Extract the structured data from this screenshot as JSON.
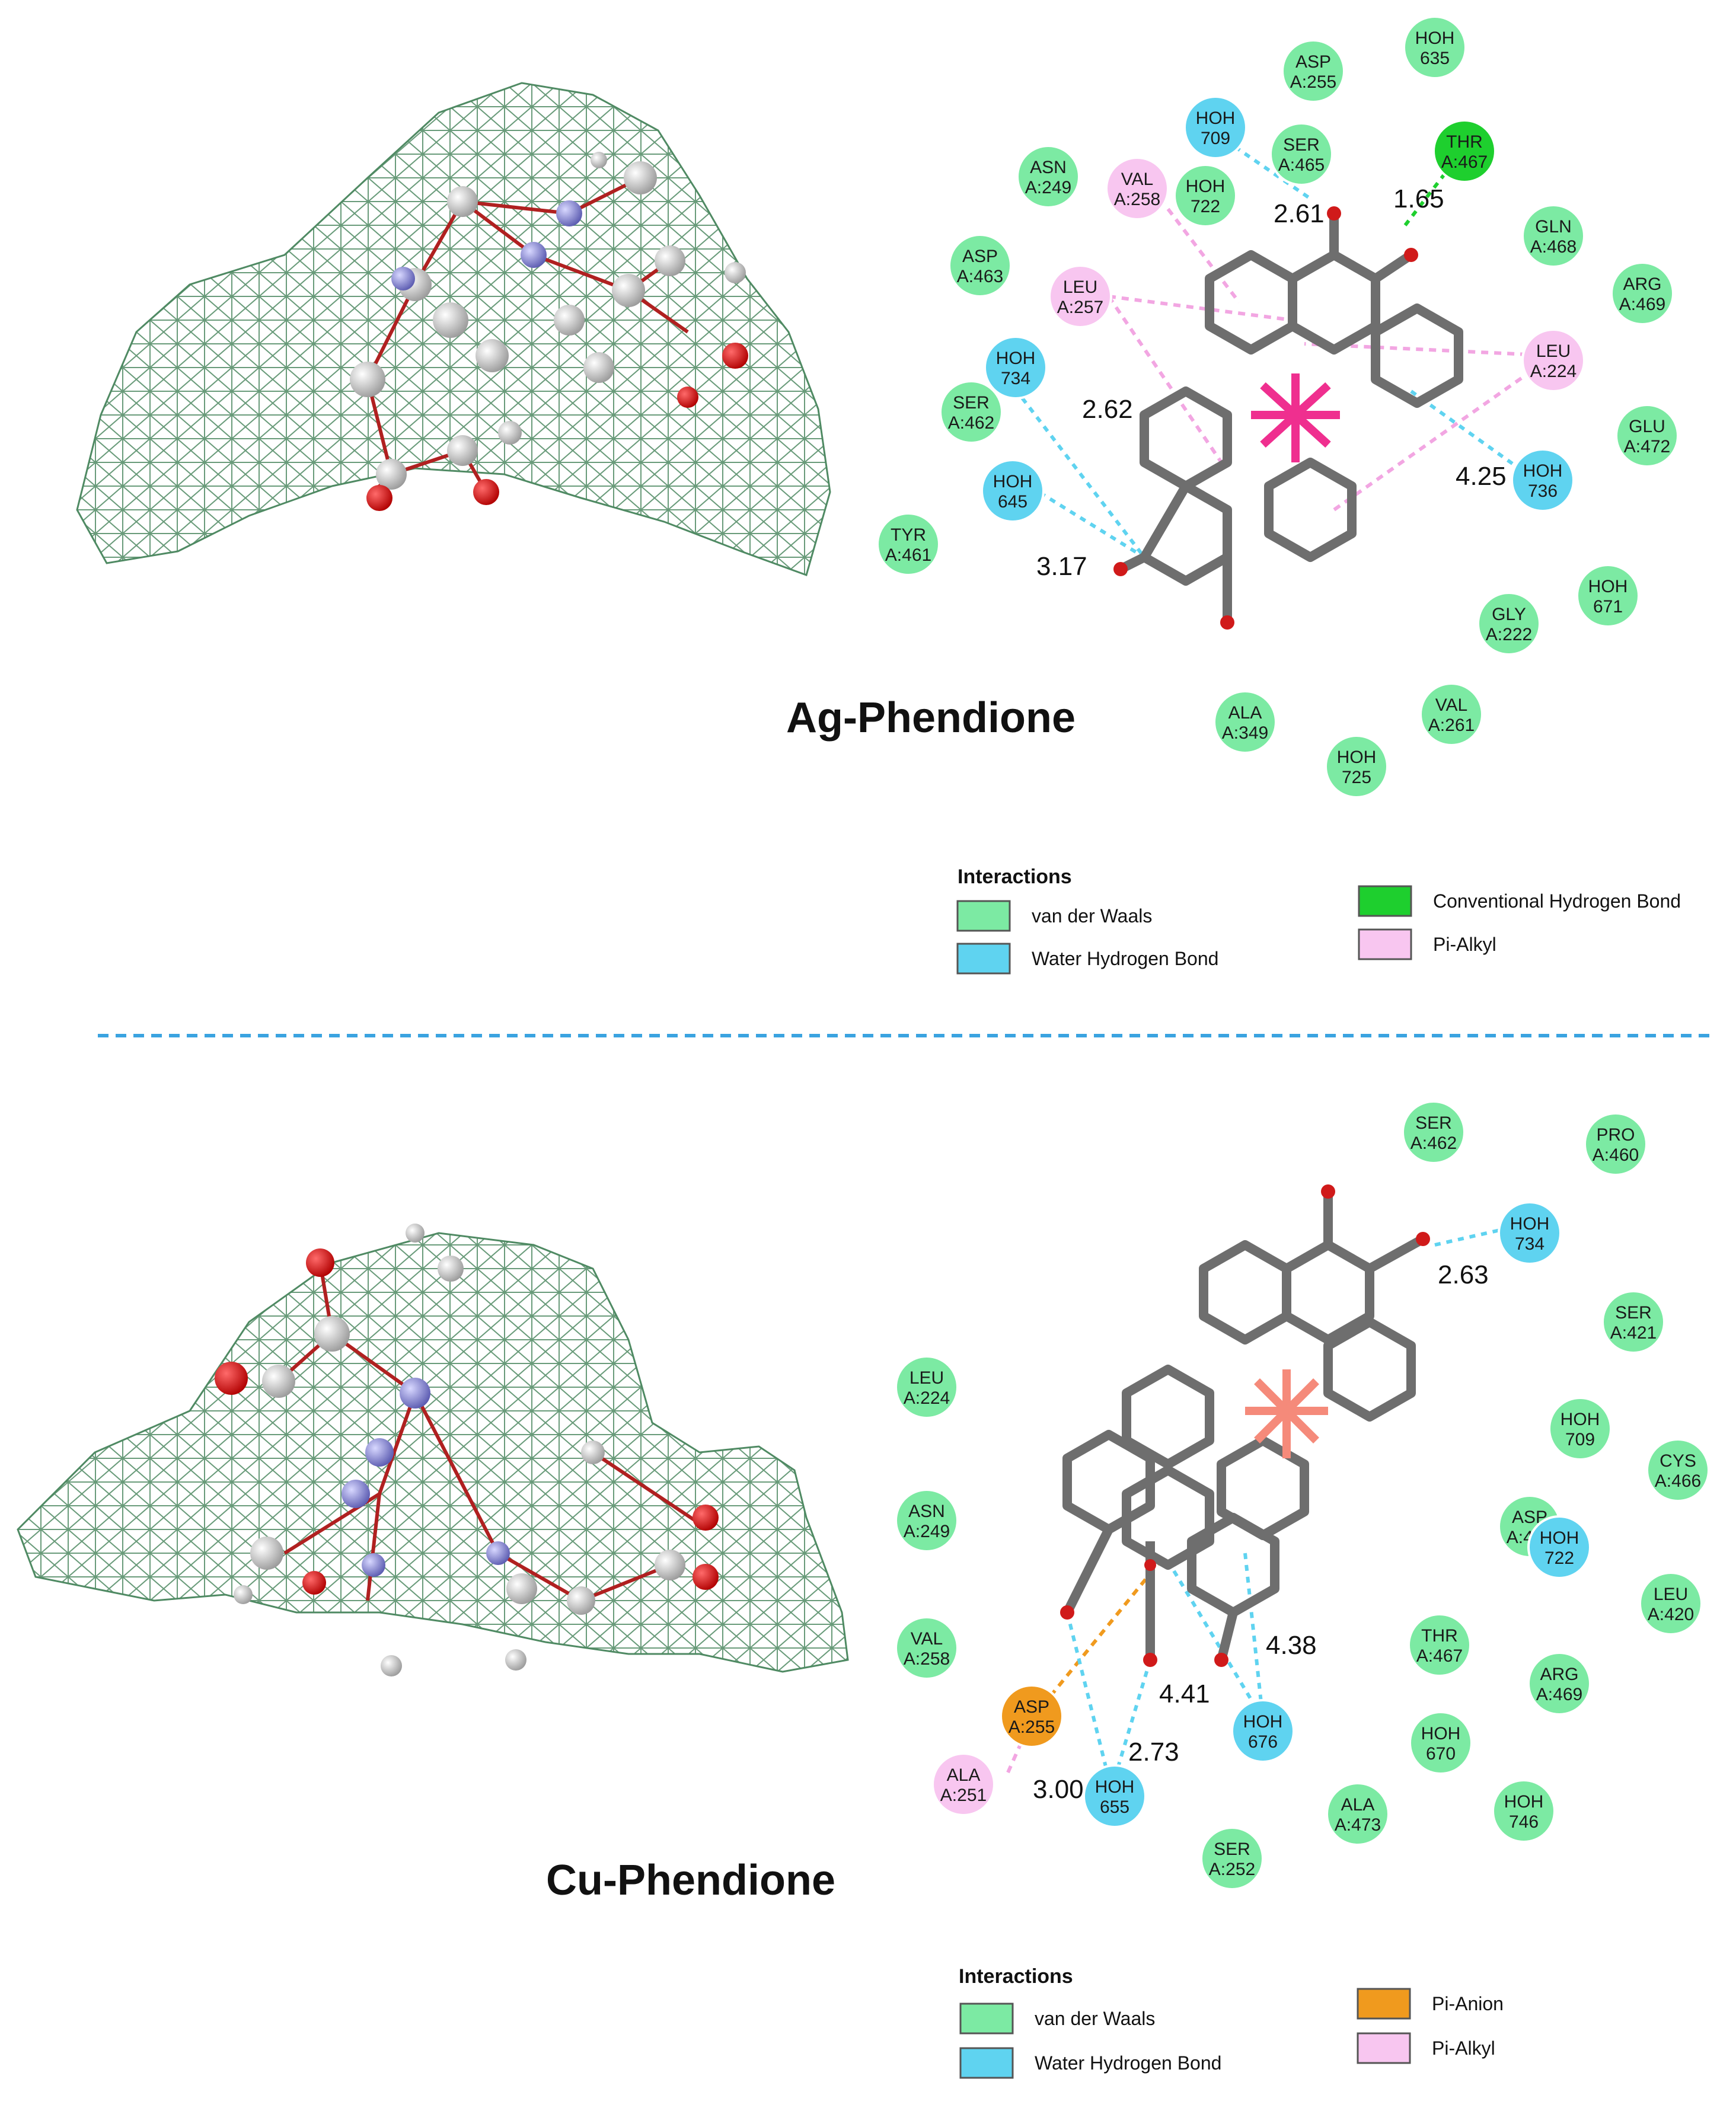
{
  "colors": {
    "van_der_waals": "#7ceaa3",
    "water_hbond": "#5fd3f0",
    "conventional_hbond": "#1ecf2e",
    "pi_alkyl": "#f8c6f0",
    "pi_anion": "#f09a1e",
    "metal_ag": "#ef2f8f",
    "metal_cu": "#f58a7a",
    "divider": "#3aa3e0"
  },
  "top": {
    "title": "Ag-Phendione",
    "residues": [
      {
        "id": "asp255",
        "l1": "ASP",
        "l2": "A:255",
        "type": "van_der_waals"
      },
      {
        "id": "hoh635",
        "l1": "HOH",
        "l2": "635",
        "type": "van_der_waals"
      },
      {
        "id": "hoh709",
        "l1": "HOH",
        "l2": "709",
        "type": "water_hbond"
      },
      {
        "id": "ser465",
        "l1": "SER",
        "l2": "A:465",
        "type": "van_der_waals"
      },
      {
        "id": "thr467",
        "l1": "THR",
        "l2": "A:467",
        "type": "conventional_hbond"
      },
      {
        "id": "asn249",
        "l1": "ASN",
        "l2": "A:249",
        "type": "van_der_waals"
      },
      {
        "id": "val258",
        "l1": "VAL",
        "l2": "A:258",
        "type": "pi_alkyl"
      },
      {
        "id": "hoh722",
        "l1": "HOH",
        "l2": "722",
        "type": "van_der_waals"
      },
      {
        "id": "gln468",
        "l1": "GLN",
        "l2": "A:468",
        "type": "van_der_waals"
      },
      {
        "id": "asp463",
        "l1": "ASP",
        "l2": "A:463",
        "type": "van_der_waals"
      },
      {
        "id": "leu257",
        "l1": "LEU",
        "l2": "A:257",
        "type": "pi_alkyl"
      },
      {
        "id": "arg469",
        "l1": "ARG",
        "l2": "A:469",
        "type": "van_der_waals"
      },
      {
        "id": "hoh734",
        "l1": "HOH",
        "l2": "734",
        "type": "water_hbond"
      },
      {
        "id": "leu224",
        "l1": "LEU",
        "l2": "A:224",
        "type": "pi_alkyl"
      },
      {
        "id": "ser462",
        "l1": "SER",
        "l2": "A:462",
        "type": "van_der_waals"
      },
      {
        "id": "glu472",
        "l1": "GLU",
        "l2": "A:472",
        "type": "van_der_waals"
      },
      {
        "id": "hoh645",
        "l1": "HOH",
        "l2": "645",
        "type": "water_hbond"
      },
      {
        "id": "hoh736",
        "l1": "HOH",
        "l2": "736",
        "type": "water_hbond"
      },
      {
        "id": "tyr461",
        "l1": "TYR",
        "l2": "A:461",
        "type": "van_der_waals"
      },
      {
        "id": "hoh671",
        "l1": "HOH",
        "l2": "671",
        "type": "van_der_waals"
      },
      {
        "id": "gly222",
        "l1": "GLY",
        "l2": "A:222",
        "type": "van_der_waals"
      },
      {
        "id": "val261",
        "l1": "VAL",
        "l2": "A:261",
        "type": "van_der_waals"
      },
      {
        "id": "ala349",
        "l1": "ALA",
        "l2": "A:349",
        "type": "van_der_waals"
      },
      {
        "id": "hoh725",
        "l1": "HOH",
        "l2": "725",
        "type": "van_der_waals"
      }
    ],
    "distances": [
      "2.61",
      "1.65",
      "2.62",
      "4.25",
      "3.17"
    ],
    "legend": {
      "heading": "Interactions",
      "items": [
        {
          "label": "van der Waals",
          "type": "van_der_waals"
        },
        {
          "label": "Water Hydrogen Bond",
          "type": "water_hbond"
        },
        {
          "label": "Conventional Hydrogen Bond",
          "type": "conventional_hbond"
        },
        {
          "label": "Pi-Alkyl",
          "type": "pi_alkyl"
        }
      ]
    }
  },
  "bottom": {
    "title": "Cu-Phendione",
    "residues": [
      {
        "id": "ser462",
        "l1": "SER",
        "l2": "A:462",
        "type": "van_der_waals"
      },
      {
        "id": "pro460",
        "l1": "PRO",
        "l2": "A:460",
        "type": "van_der_waals"
      },
      {
        "id": "hoh734",
        "l1": "HOH",
        "l2": "734",
        "type": "water_hbond"
      },
      {
        "id": "ser421",
        "l1": "SER",
        "l2": "A:421",
        "type": "van_der_waals"
      },
      {
        "id": "leu224",
        "l1": "LEU",
        "l2": "A:224",
        "type": "van_der_waals"
      },
      {
        "id": "hoh709",
        "l1": "HOH",
        "l2": "709",
        "type": "van_der_waals"
      },
      {
        "id": "cys466",
        "l1": "CYS",
        "l2": "A:466",
        "type": "van_der_waals"
      },
      {
        "id": "asn249",
        "l1": "ASN",
        "l2": "A:249",
        "type": "van_der_waals"
      },
      {
        "id": "asp465",
        "l1": "ASP",
        "l2": "A:465",
        "type": "van_der_waals"
      },
      {
        "id": "hoh722",
        "l1": "HOH",
        "l2": "722",
        "type": "water_hbond"
      },
      {
        "id": "leu420",
        "l1": "LEU",
        "l2": "A:420",
        "type": "van_der_waals"
      },
      {
        "id": "val258",
        "l1": "VAL",
        "l2": "A:258",
        "type": "van_der_waals"
      },
      {
        "id": "thr467",
        "l1": "THR",
        "l2": "A:467",
        "type": "van_der_waals"
      },
      {
        "id": "arg469",
        "l1": "ARG",
        "l2": "A:469",
        "type": "van_der_waals"
      },
      {
        "id": "asp255",
        "l1": "ASP",
        "l2": "A:255",
        "type": "pi_anion"
      },
      {
        "id": "hoh676",
        "l1": "HOH",
        "l2": "676",
        "type": "water_hbond"
      },
      {
        "id": "hoh670",
        "l1": "HOH",
        "l2": "670",
        "type": "van_der_waals"
      },
      {
        "id": "ala251",
        "l1": "ALA",
        "l2": "A:251",
        "type": "pi_alkyl"
      },
      {
        "id": "hoh655",
        "l1": "HOH",
        "l2": "655",
        "type": "water_hbond"
      },
      {
        "id": "ala473",
        "l1": "ALA",
        "l2": "A:473",
        "type": "van_der_waals"
      },
      {
        "id": "hoh746",
        "l1": "HOH",
        "l2": "746",
        "type": "van_der_waals"
      },
      {
        "id": "ser252",
        "l1": "SER",
        "l2": "A:252",
        "type": "van_der_waals"
      }
    ],
    "distances": [
      "2.63",
      "4.38",
      "4.41",
      "3.00",
      "2.73"
    ],
    "legend": {
      "heading": "Interactions",
      "items": [
        {
          "label": "van der Waals",
          "type": "van_der_waals"
        },
        {
          "label": "Water Hydrogen Bond",
          "type": "water_hbond"
        },
        {
          "label": "Pi-Anion",
          "type": "pi_anion"
        },
        {
          "label": "Pi-Alkyl",
          "type": "pi_alkyl"
        }
      ]
    }
  }
}
